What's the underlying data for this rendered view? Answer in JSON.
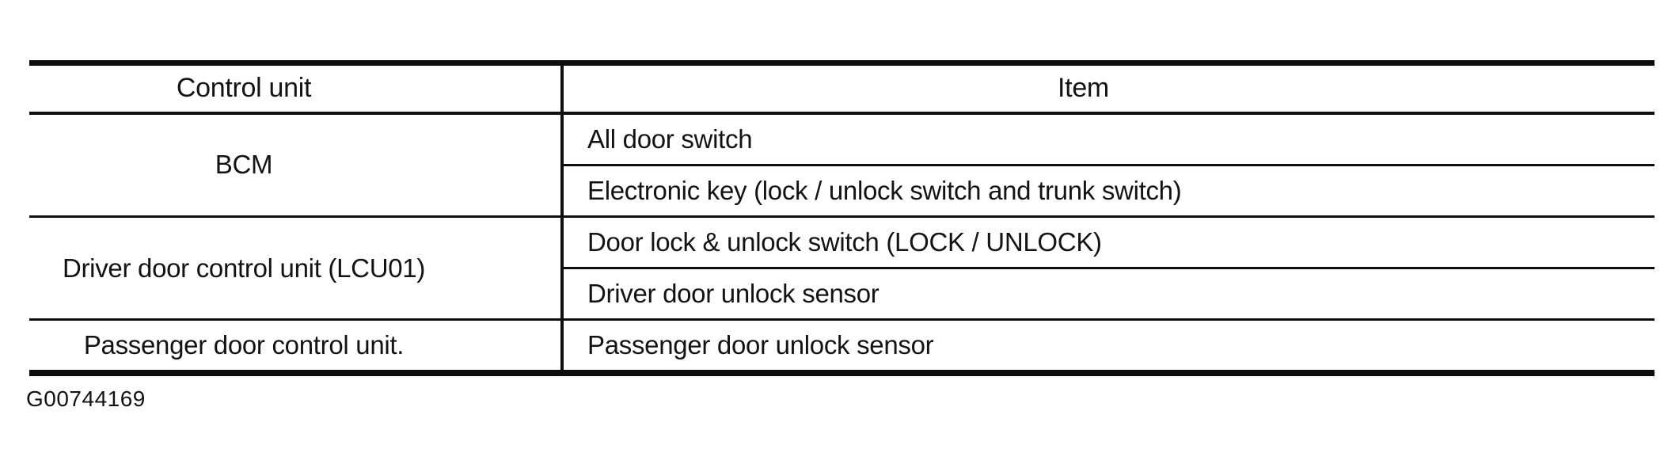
{
  "table": {
    "columns": [
      "Control unit",
      "Item"
    ],
    "groups": [
      {
        "control_unit": "BCM",
        "items": [
          "All door switch",
          "Electronic key (lock / unlock switch and trunk switch)"
        ]
      },
      {
        "control_unit": "Driver door control unit (LCU01)",
        "items": [
          "Door lock & unlock switch (LOCK / UNLOCK)",
          "Driver door unlock sensor"
        ]
      },
      {
        "control_unit": "Passenger door control unit.",
        "items": [
          "Passenger door unlock sensor"
        ]
      }
    ]
  },
  "figure_id": "G00744169",
  "colors": {
    "ink": "#131313",
    "line": "#0f0f0f",
    "background": "#ffffff"
  }
}
